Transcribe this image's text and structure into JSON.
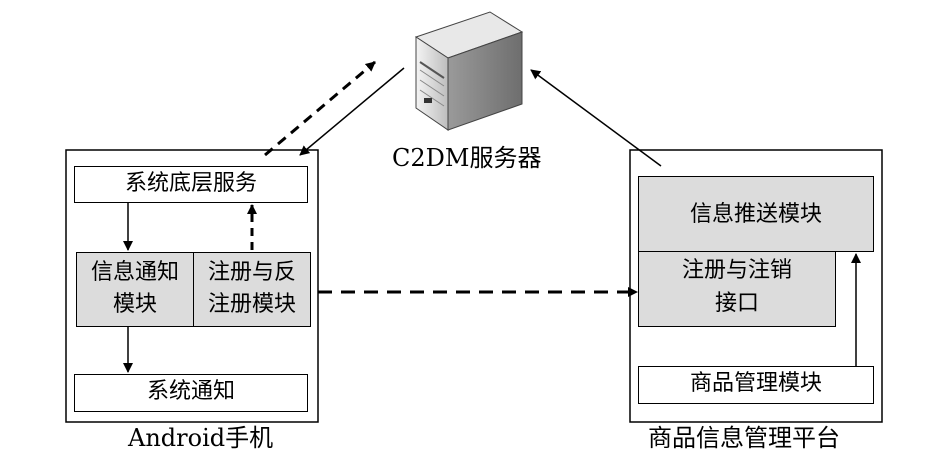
{
  "server": {
    "label": "C2DM服务器",
    "icon": "server-icon"
  },
  "android": {
    "caption": "Android手机",
    "system_service": "系统底层服务",
    "notify_module": [
      "信息通知",
      "模块"
    ],
    "register_module": [
      "注册与反",
      "注册模块"
    ],
    "system_notify": "系统通知"
  },
  "platform": {
    "caption": "商品信息管理平台",
    "push_module": "信息推送模块",
    "register_interface": [
      "注册与注销",
      "接口"
    ],
    "goods_module": "商品管理模块"
  }
}
